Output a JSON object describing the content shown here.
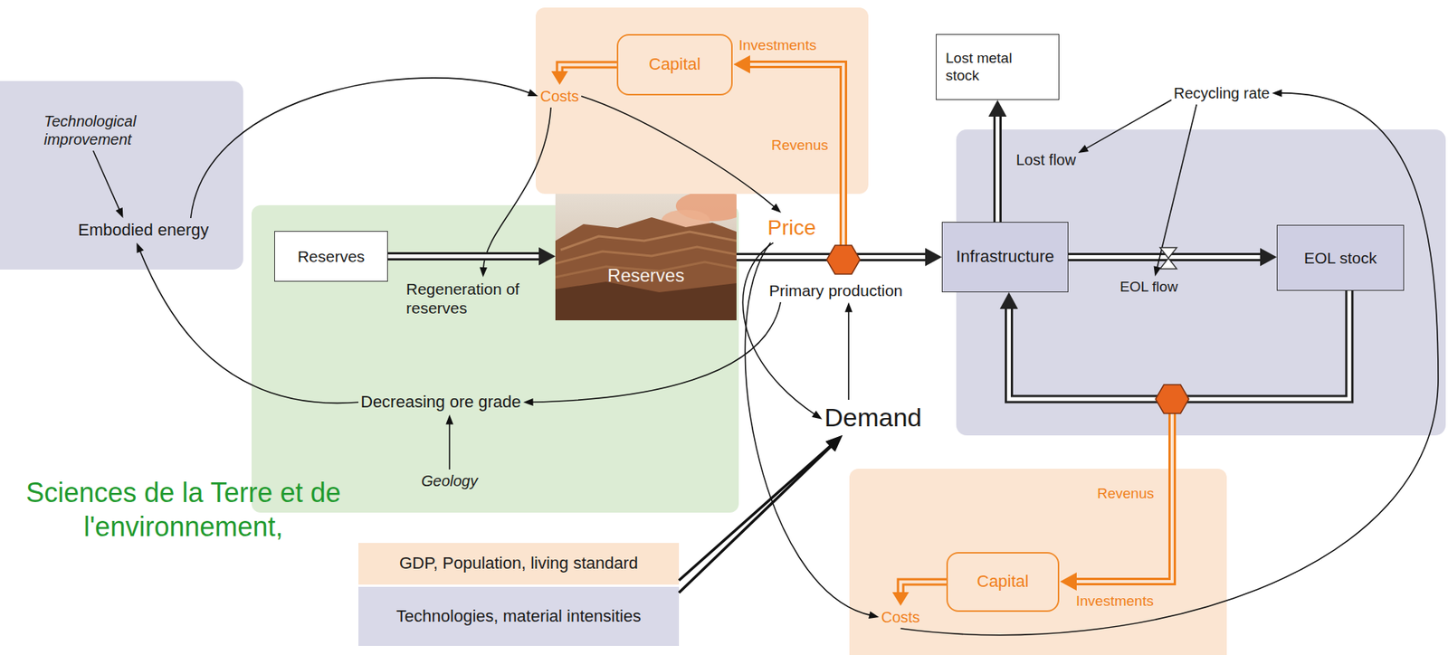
{
  "diagram": {
    "nodes": [
      {
        "text": []
      },
      {
        "text": [
          "Technological improvement"
        ],
        "in": 0
      },
      {
        "text": [
          "Embodied energy"
        ],
        "in": 0
      },
      {
        "text": []
      },
      {
        "text": [
          "Costs"
        ],
        "in": 3
      },
      {
        "text": [
          "Capital"
        ],
        "in": 3
      },
      {
        "text": [
          "Lost metal stock"
        ]
      },
      {
        "text": [
          "Recycling rate"
        ]
      },
      {
        "text": []
      },
      {
        "text": [
          "Reserves"
        ],
        "in": 8
      },
      {
        "text": [
          "Regeneration of reserves"
        ],
        "in": 8
      },
      {
        "text": [
          "Reserves"
        ],
        "in": 8
      },
      {
        "text": [
          "Decreasing ore grade"
        ],
        "in": 8
      },
      {
        "text": [
          "Geology"
        ],
        "in": 8
      },
      {
        "text": [
          "Price"
        ]
      },
      {
        "text": [
          "Primary production"
        ]
      },
      {
        "text": []
      },
      {
        "text": [
          "Lost flow"
        ],
        "in": 16
      },
      {
        "text": [
          "Infrastructure"
        ],
        "in": 16
      },
      {
        "text": [
          "EOL flow"
        ],
        "in": 16
      },
      {
        "text": [
          "EOL stock"
        ],
        "in": 16
      },
      {
        "text": [
          "Demand"
        ]
      },
      {
        "text": []
      },
      {
        "text": [
          "Capital"
        ],
        "in": 22
      },
      {
        "text": [
          "Costs"
        ],
        "in": 22
      },
      {
        "text": [
          "GDP, Population, living standard"
        ]
      },
      {
        "text": [
          "Technologies, material intensities"
        ]
      }
    ],
    "edges": [
      {
        "from": 1,
        "to": 2,
        "arrow": "to"
      },
      {
        "from": 2,
        "to": 4,
        "arrow": "to"
      },
      {
        "from": 5,
        "to": 4,
        "arrow": "to"
      },
      {
        "from": 4,
        "to": 10,
        "arrow": "to"
      },
      {
        "from": 4,
        "to": 14,
        "arrow": "to"
      },
      {
        "from": 9,
        "to": 11,
        "arrow": "to"
      },
      {
        "from": 11,
        "to": 18,
        "arrow": "to"
      },
      {
        "from": 15,
        "to": 12,
        "arrow": "to"
      },
      {
        "from": 13,
        "to": 12,
        "arrow": "to"
      },
      {
        "from": 12,
        "to": 2,
        "arrow": "to"
      },
      {
        "from": 14,
        "to": 21,
        "arrow": "to"
      },
      {
        "from": 21,
        "to": 15,
        "arrow": "to"
      },
      {
        "from": 25,
        "to": 21,
        "arrow": "to"
      },
      {
        "from": 26,
        "to": 21,
        "arrow": "to"
      },
      {
        "from": 18,
        "to": 6,
        "arrow": "to"
      },
      {
        "from": 18,
        "to": 20,
        "arrow": "to"
      },
      {
        "from": 20,
        "to": 18,
        "arrow": "to"
      },
      {
        "from": 7,
        "to": 17,
        "arrow": "to"
      },
      {
        "from": 7,
        "to": 19,
        "arrow": "to"
      },
      {
        "from": 14,
        "to": 24,
        "arrow": "to"
      },
      {
        "from": 24,
        "to": 7,
        "arrow": "to"
      },
      {
        "from": 23,
        "to": 24,
        "arrow": "to"
      }
    ],
    "labels": [
      "Investments",
      "Revenus",
      "Revenus",
      "Investments",
      "Sciences de la Terre et de l'environnement,"
    ]
  }
}
